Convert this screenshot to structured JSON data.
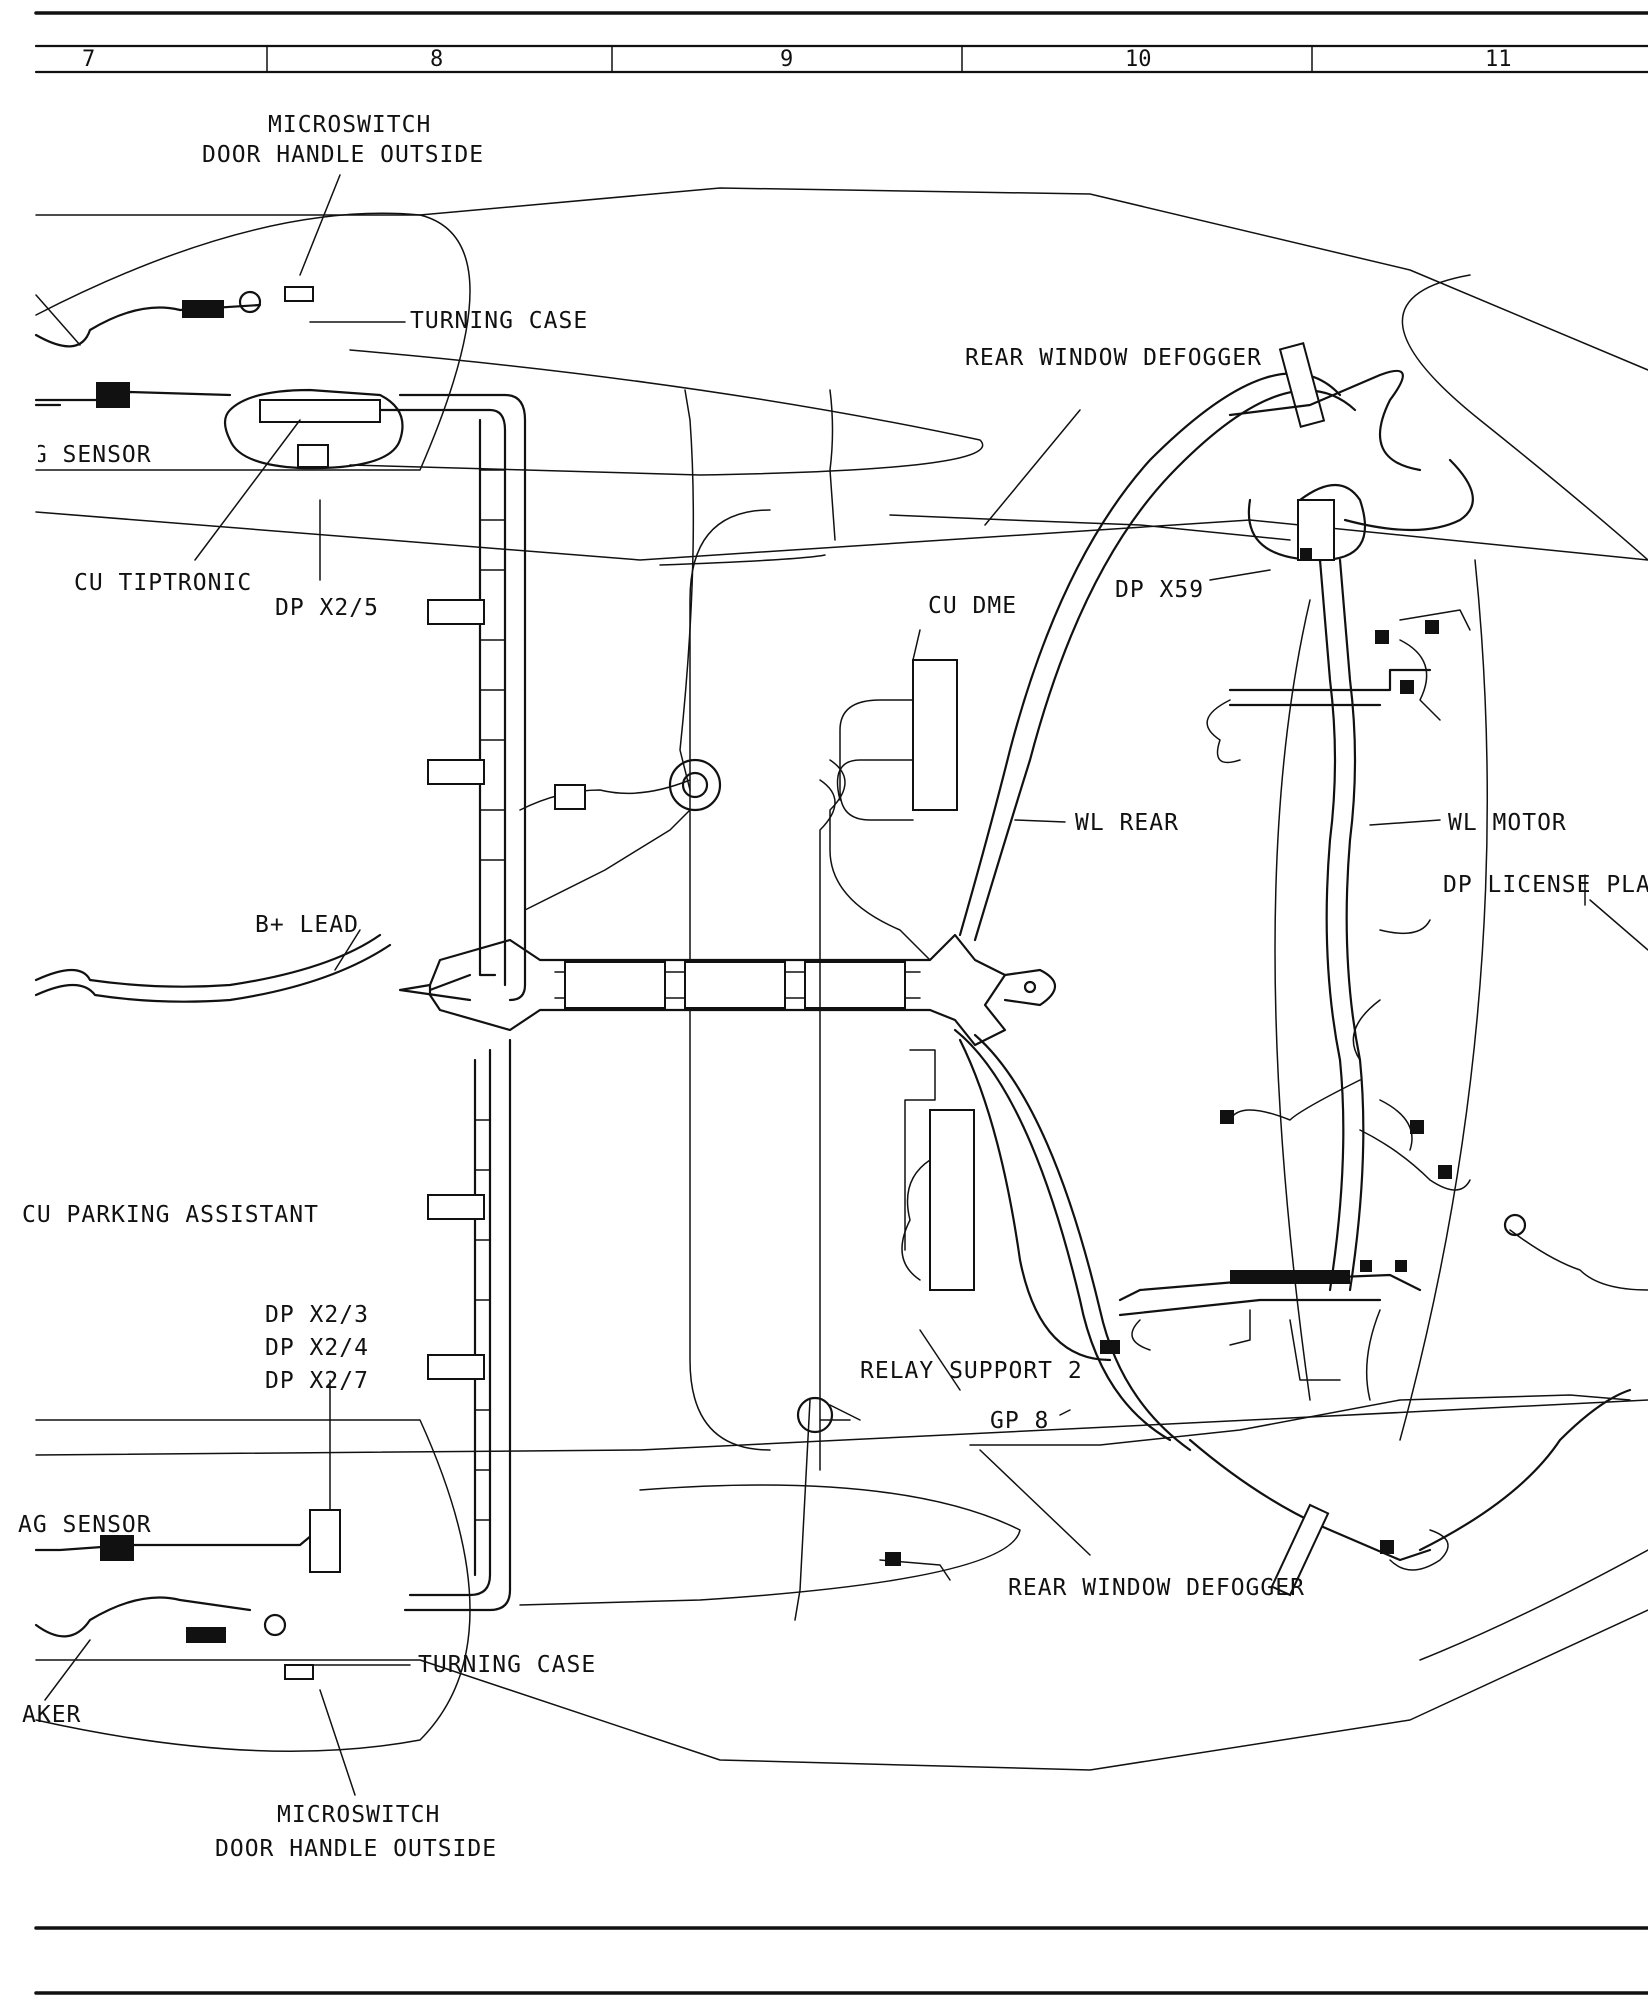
{
  "zones": [
    "7",
    "8",
    "9",
    "10",
    "11"
  ],
  "labels": {
    "microswitch_top_1": "MICROSWITCH",
    "microswitch_top_2": "DOOR HANDLE OUTSIDE",
    "turning_case_top": "TURNING CASE",
    "ag_sensor_top": "AG SENSOR",
    "cu_tiptronic": "CU TIPTRONIC",
    "dp_x2_5": "DP X2/5",
    "rear_window_defogger_top": "REAR WINDOW DEFOGGER",
    "dp_x59": "DP X59",
    "cu_dme": "CU DME",
    "wl_rear": "WL REAR",
    "wl_motor": "WL MOTOR",
    "dp_license_plate": "DP LICENSE PLA",
    "b_lead": "B+ LEAD",
    "cu_parking_assistant": "CU PARKING ASSISTANT",
    "dp_x2_3": "DP X2/3",
    "dp_x2_4": "DP X2/4",
    "dp_x2_7": "DP X2/7",
    "relay_support_2": "RELAY SUPPORT 2",
    "gp_8": "GP 8",
    "ag_sensor_bottom": "AG SENSOR",
    "rear_window_defogger_bottom": "REAR WINDOW DEFOGGER",
    "turning_case_bottom": "TURNING CASE",
    "aker": "AKER",
    "microswitch_bottom_1": "MICROSWITCH",
    "microswitch_bottom_2": "DOOR HANDLE OUTSIDE"
  }
}
